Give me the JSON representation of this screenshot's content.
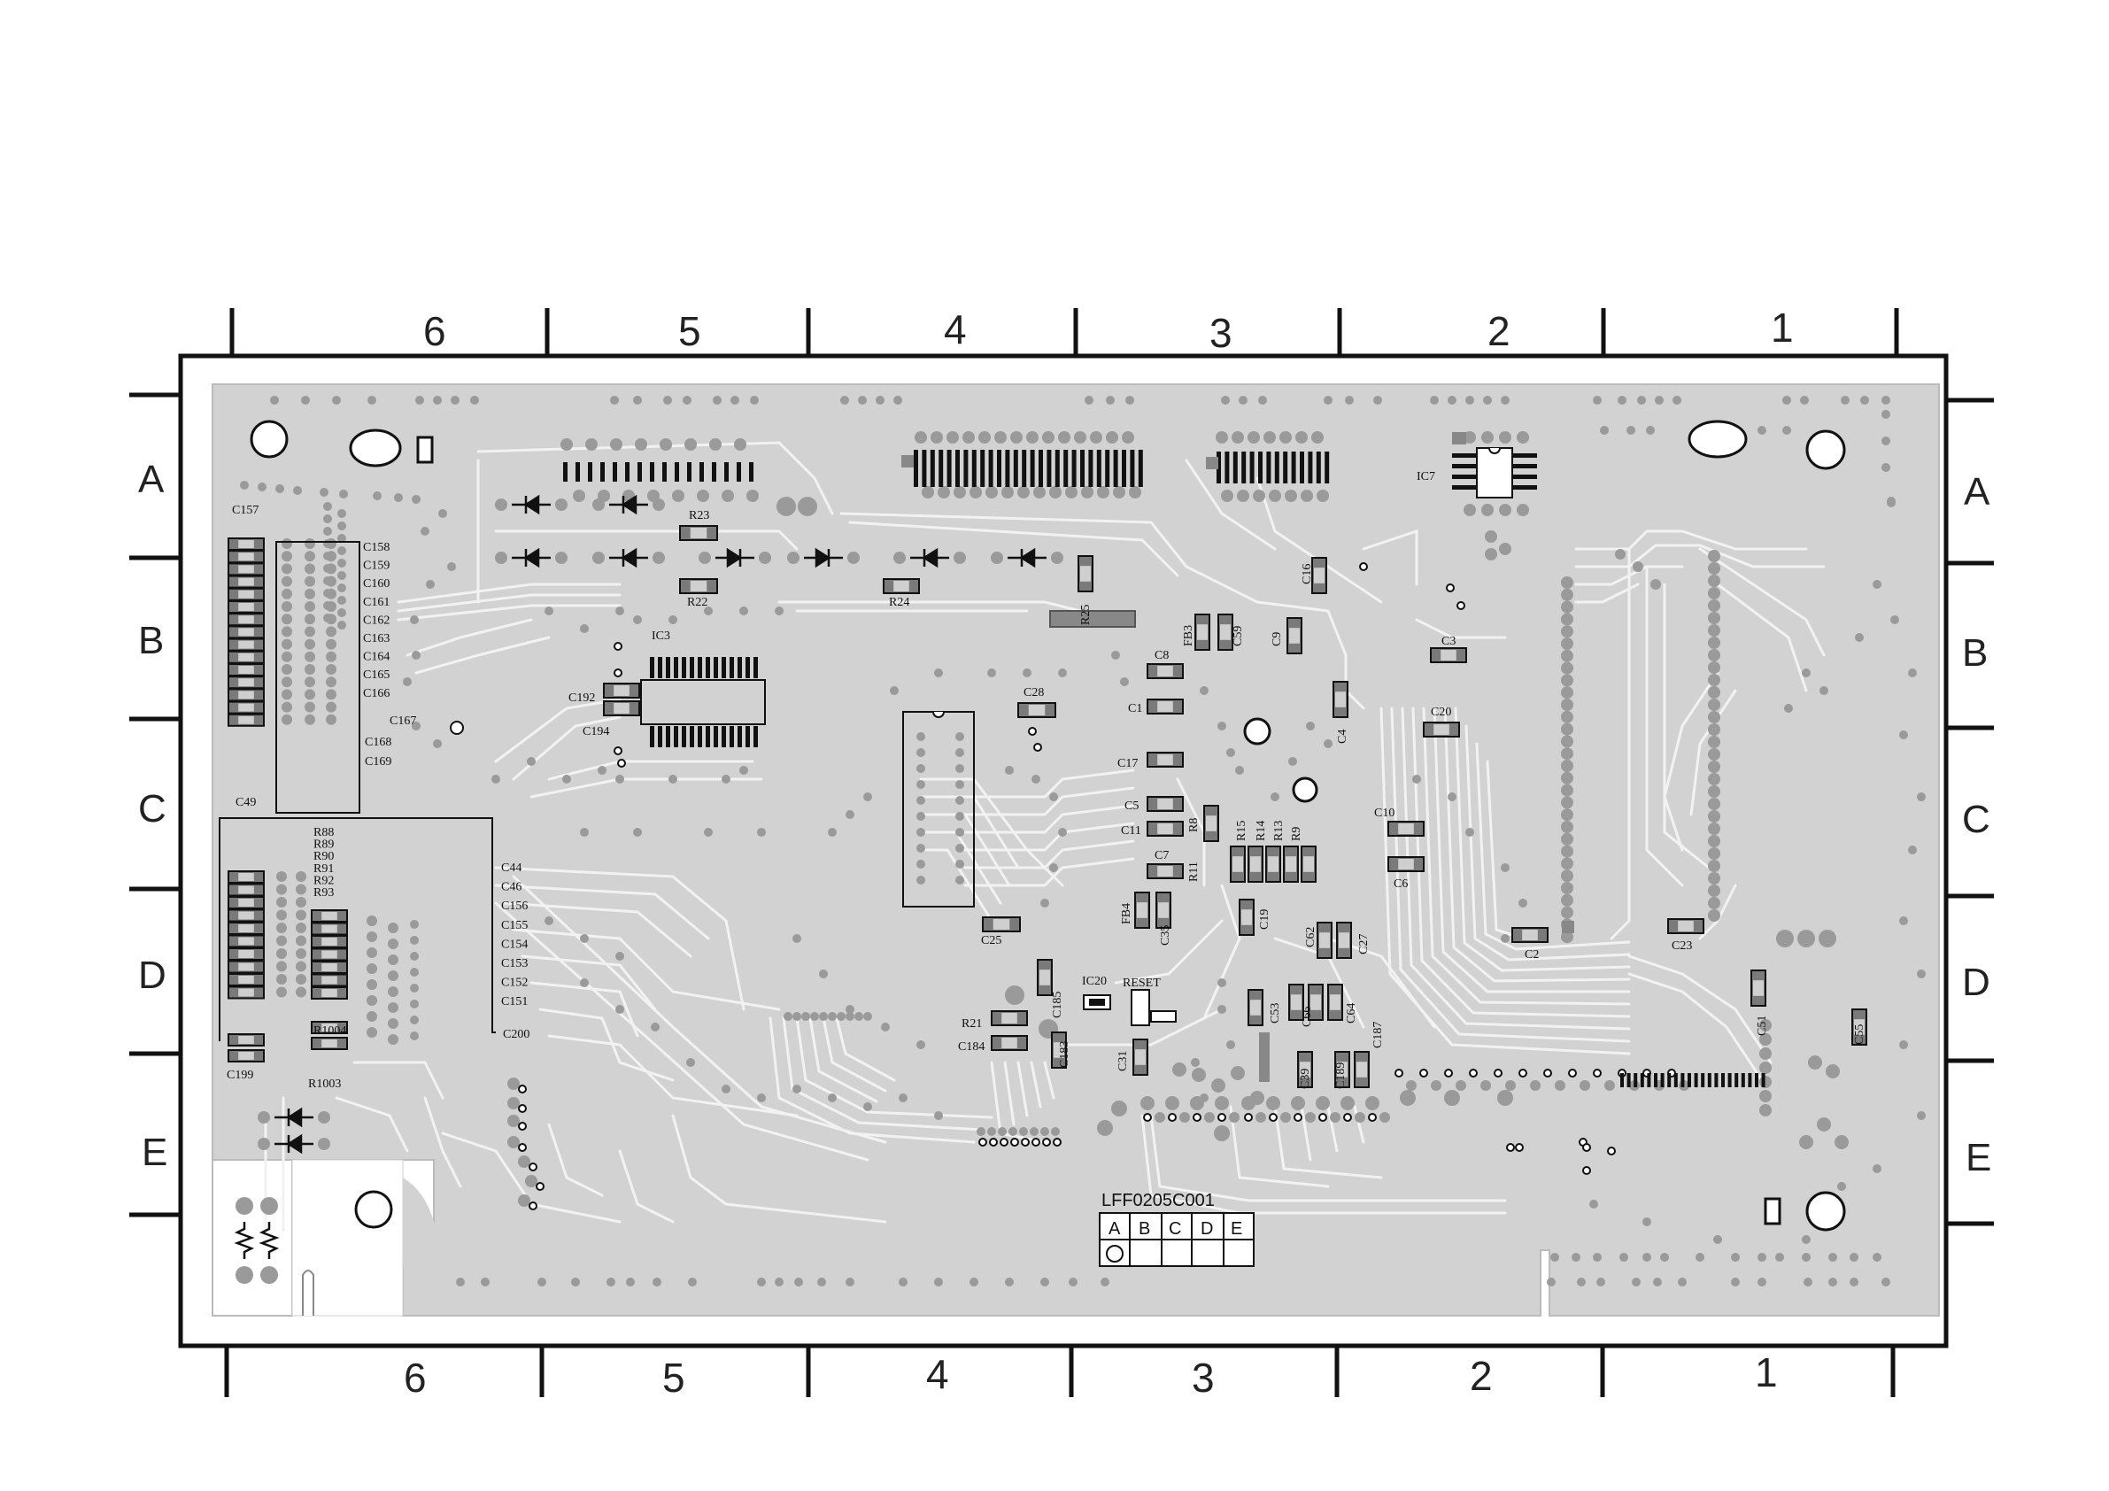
{
  "board": {
    "part_number": "LFF0205C001",
    "title_block_letters": [
      "A",
      "B",
      "C",
      "D",
      "E"
    ]
  },
  "grid": {
    "top_numbers": [
      "6",
      "5",
      "4",
      "3",
      "2",
      "1"
    ],
    "bottom_numbers": [
      "6",
      "5",
      "4",
      "3",
      "2",
      "1"
    ],
    "left_letters": [
      "A",
      "B",
      "C",
      "D",
      "E"
    ],
    "right_letters": [
      "A",
      "B",
      "C",
      "D",
      "E"
    ]
  },
  "refs": {
    "C157": "C157",
    "C49": "C49",
    "C158": "C158",
    "C159": "C159",
    "C160": "C160",
    "C161": "C161",
    "C162": "C162",
    "C163": "C163",
    "C164": "C164",
    "C165": "C165",
    "C166": "C166",
    "C167": "C167",
    "C168": "C168",
    "C169": "C169",
    "R88": "R88",
    "R89": "R89",
    "R90": "R90",
    "R91": "R91",
    "R92": "R92",
    "R93": "R93",
    "R1004": "R1004",
    "R1003": "R1003",
    "C199": "C199",
    "C44": "C44",
    "C46": "C46",
    "C156": "C156",
    "C155": "C155",
    "C154": "C154",
    "C153": "C153",
    "C152": "C152",
    "C151": "C151",
    "C200": "C200",
    "R23": "R23",
    "R22": "R22",
    "R24": "R24",
    "R25": "R25",
    "IC3": "IC3",
    "C192": "C192",
    "C194": "C194",
    "C28": "C28",
    "FB3": "FB3",
    "C59": "C59",
    "C8": "C8",
    "C1": "C1",
    "C9": "C9",
    "C16": "C16",
    "C4": "C4",
    "IC7": "IC7",
    "C3": "C3",
    "C20": "C20",
    "C17": "C17",
    "C5": "C5",
    "C11": "C11",
    "R8": "R8",
    "R15": "R15",
    "R14": "R14",
    "R13": "R13",
    "R9": "R9",
    "R11": "R11",
    "C7": "C7",
    "C10": "C10",
    "C6": "C6",
    "FB4": "FB4",
    "C35": "C35",
    "C19": "C19",
    "C62": "C62",
    "C27": "C27",
    "C25": "C25",
    "C185": "C185",
    "IC20": "IC20",
    "RESET": "RESET",
    "R21": "R21",
    "C184": "C184",
    "C183": "C183",
    "C31": "C31",
    "C53": "C53",
    "C66": "C66",
    "C64": "C64",
    "C187": "C187",
    "C39": "C39",
    "C189": "C189",
    "C2": "C2",
    "C23": "C23",
    "C51": "C51",
    "C55": "C55"
  },
  "colors": {
    "board_fill": "#d2d2d2",
    "trace": "#f2f2f2",
    "pad": "#9a9a9a",
    "component_fill": "#7a7a7a",
    "outline": "#111111"
  }
}
